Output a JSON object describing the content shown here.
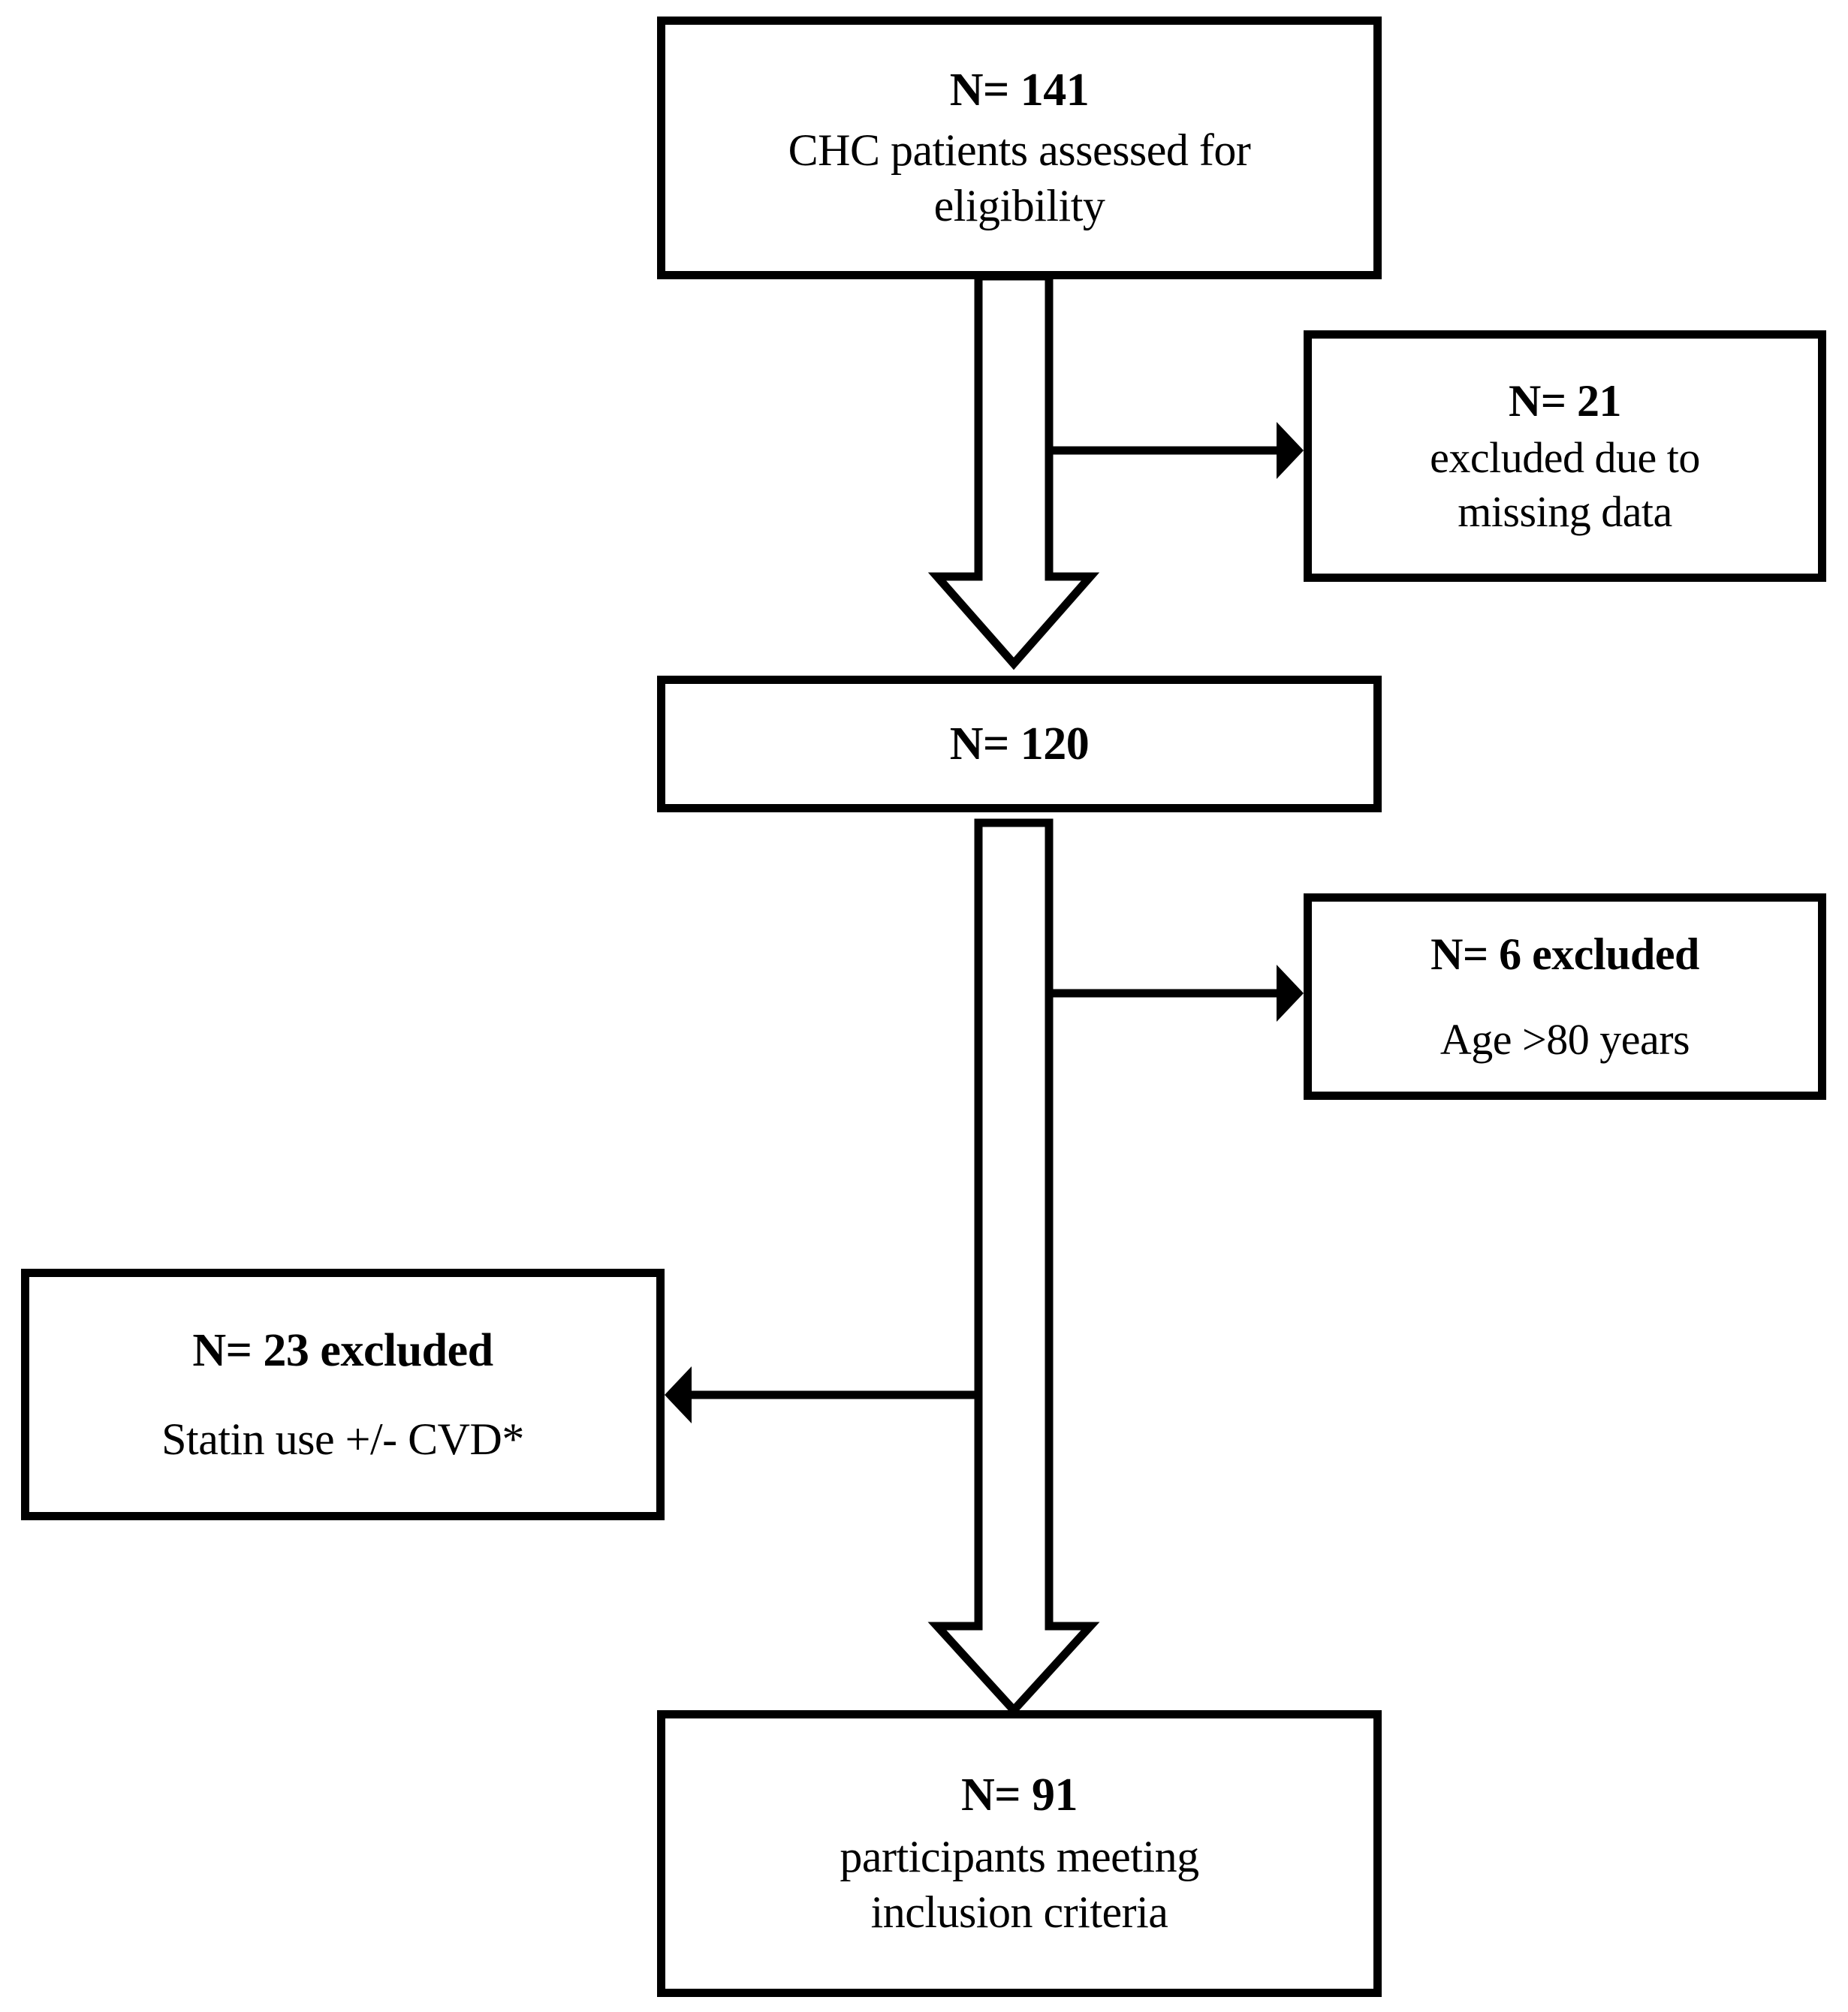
{
  "figure": {
    "kind": "study-participant-flow-diagram",
    "nodes": [
      {
        "id": "assessed",
        "count_label": "N= 141",
        "description": "CHC patients assessed for eligibility",
        "description_line1": "CHC patients assessed for",
        "description_line2": "eligibility"
      },
      {
        "id": "excluded-missing",
        "count_label": "N= 21",
        "description": "excluded due to missing data",
        "description_line1": "excluded due to",
        "description_line2": "missing data"
      },
      {
        "id": "eligible",
        "count_label": "N= 120",
        "description": ""
      },
      {
        "id": "excluded-age",
        "count_label": "N= 6 excluded",
        "description": "Age >80 years"
      },
      {
        "id": "excluded-statin",
        "count_label": "N= 23 excluded",
        "description": "Statin use +/- CVD*"
      },
      {
        "id": "included",
        "count_label": "N= 91",
        "description": "participants meeting inclusion criteria",
        "description_line1": "participants meeting",
        "description_line2": "inclusion criteria"
      }
    ],
    "edges": [
      {
        "id": "assessed-to-eligible",
        "style": "hollow-block-arrow",
        "direction": "down"
      },
      {
        "id": "assessed-to-excluded-missing",
        "style": "thin-arrow",
        "direction": "right"
      },
      {
        "id": "eligible-to-included",
        "style": "hollow-block-arrow",
        "direction": "down"
      },
      {
        "id": "eligible-to-excluded-age",
        "style": "thin-arrow",
        "direction": "right"
      },
      {
        "id": "eligible-to-excluded-statin",
        "style": "thin-arrow",
        "direction": "left"
      }
    ],
    "colors": {
      "stroke": "#000000",
      "fill": "#ffffff",
      "text": "#000000"
    }
  }
}
